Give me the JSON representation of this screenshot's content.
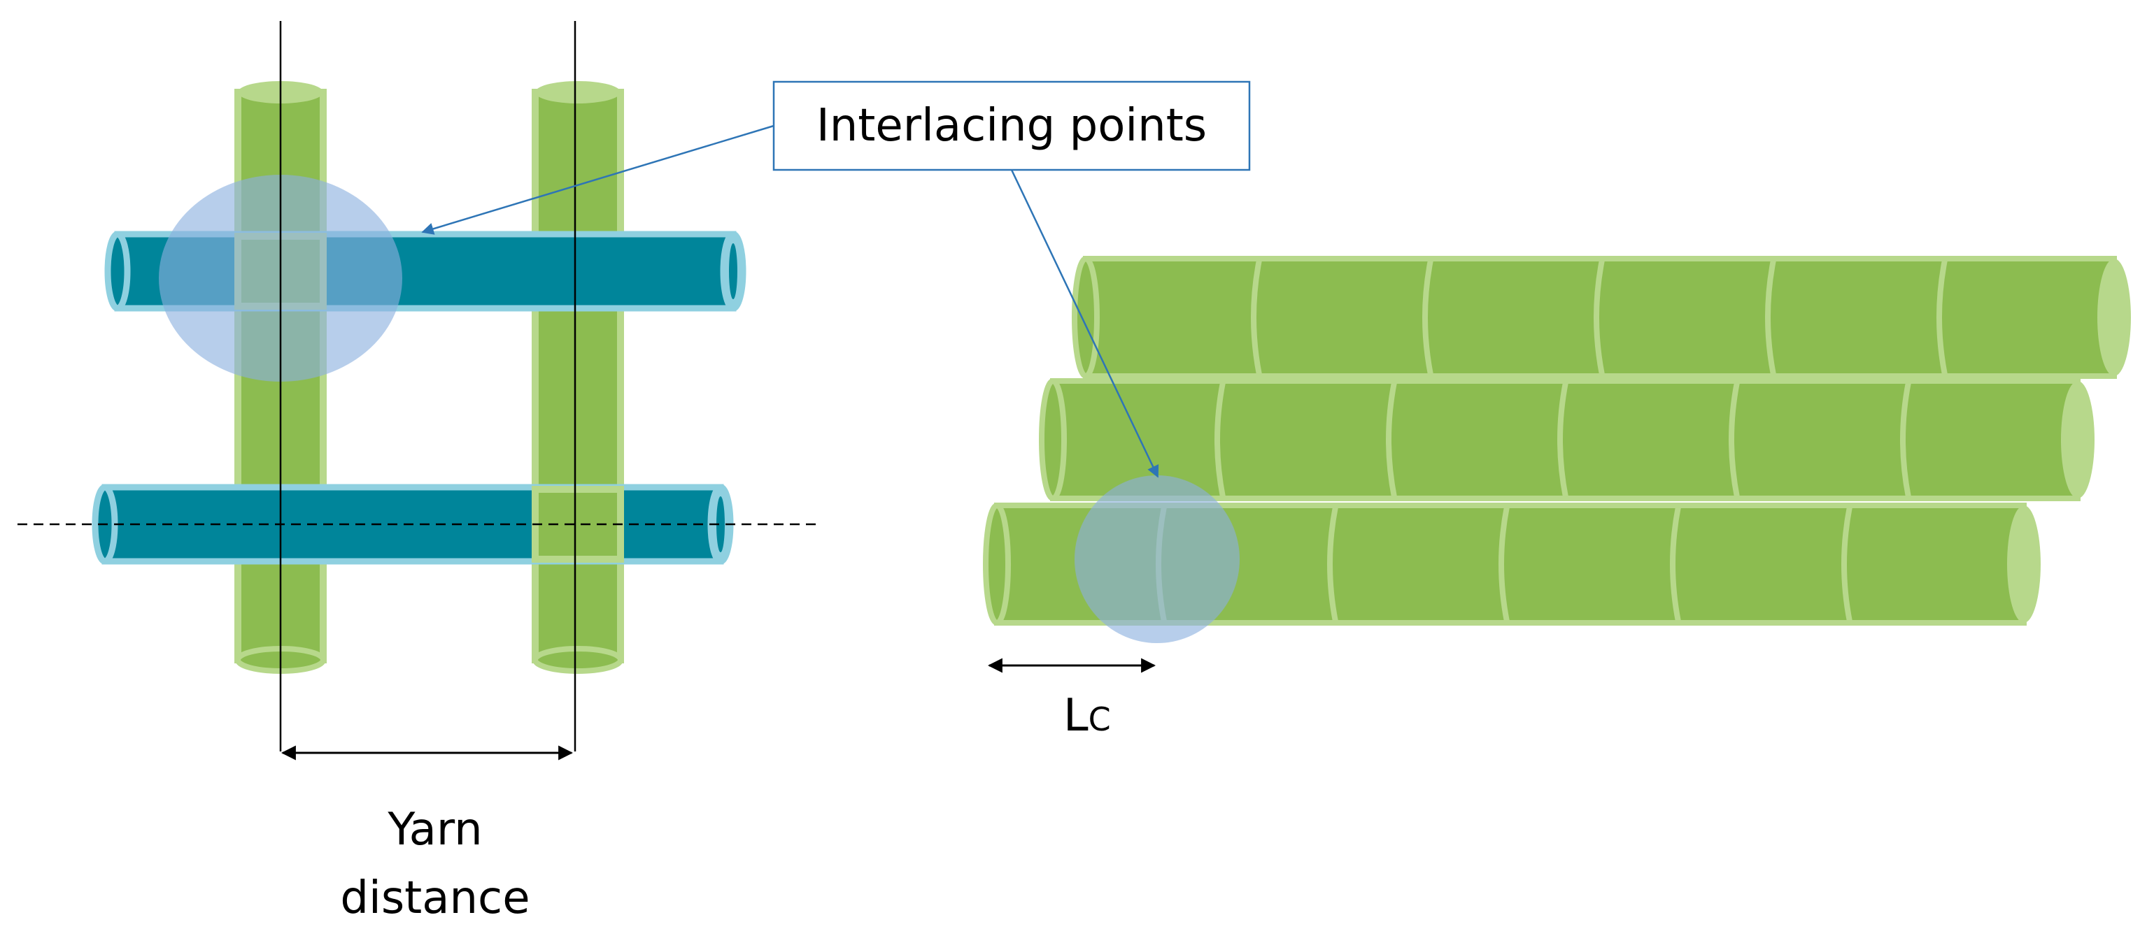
{
  "callout": {
    "text": "Interlacing points"
  },
  "labels": {
    "yarn_distance_line1": "Yarn",
    "yarn_distance_line2": "distance",
    "lc_main": "L",
    "lc_sub": "C"
  },
  "colors": {
    "weft_yarn": "#8cbc50",
    "weft_yarn_light": "#b7d88b",
    "warp_yarn": "#00859a",
    "warp_yarn_edge": "#8fd0e0",
    "highlight_circle": "#8ab0de",
    "callout_border": "#2e75b6",
    "arrow": "#2e75b6",
    "line": "#000000"
  }
}
